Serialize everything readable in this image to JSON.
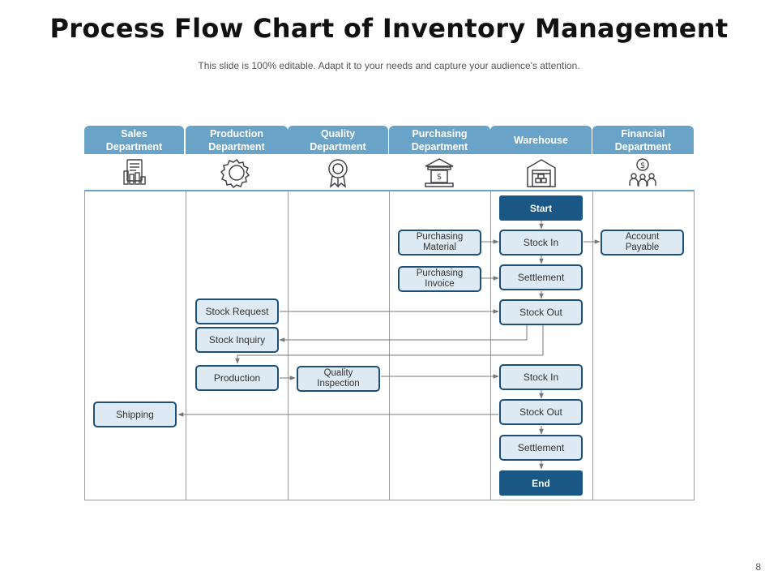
{
  "title": "Process Flow Chart of Inventory Management",
  "subtitle": "This slide is 100% editable. Adapt it to your needs and capture your audience's attention.",
  "page_number": "8",
  "lanes": [
    {
      "label": "Sales\nDepartment",
      "icon": "sales-report-icon"
    },
    {
      "label": "Production\nDepartment",
      "icon": "gear-icon"
    },
    {
      "label": "Quality\nDepartment",
      "icon": "quality-badge-icon"
    },
    {
      "label": "Purchasing\nDepartment",
      "icon": "bank-icon"
    },
    {
      "label": "Warehouse",
      "icon": "warehouse-icon"
    },
    {
      "label": "Financial\nDepartment",
      "icon": "finance-team-icon"
    }
  ],
  "nodes": {
    "start": "Start",
    "stock_in_1": "Stock In",
    "settlement_1": "Settlement",
    "stock_out_1": "Stock Out",
    "stock_in_2": "Stock In",
    "stock_out_2": "Stock Out",
    "settlement_2": "Settlement",
    "end": "End",
    "purchasing_material": "Purchasing\nMaterial",
    "purchasing_invoice": "Purchasing\nInvoice",
    "account_payable": "Account\nPayable",
    "stock_request": "Stock Request",
    "stock_inquiry": "Stock Inquiry",
    "production": "Production",
    "quality_inspection": "Quality\nInspection",
    "shipping": "Shipping"
  },
  "colors": {
    "header": "#6aa3c8",
    "box_fill": "#dde9f3",
    "box_border": "#1e4f78",
    "terminal": "#1b5785",
    "connector": "#777777"
  }
}
